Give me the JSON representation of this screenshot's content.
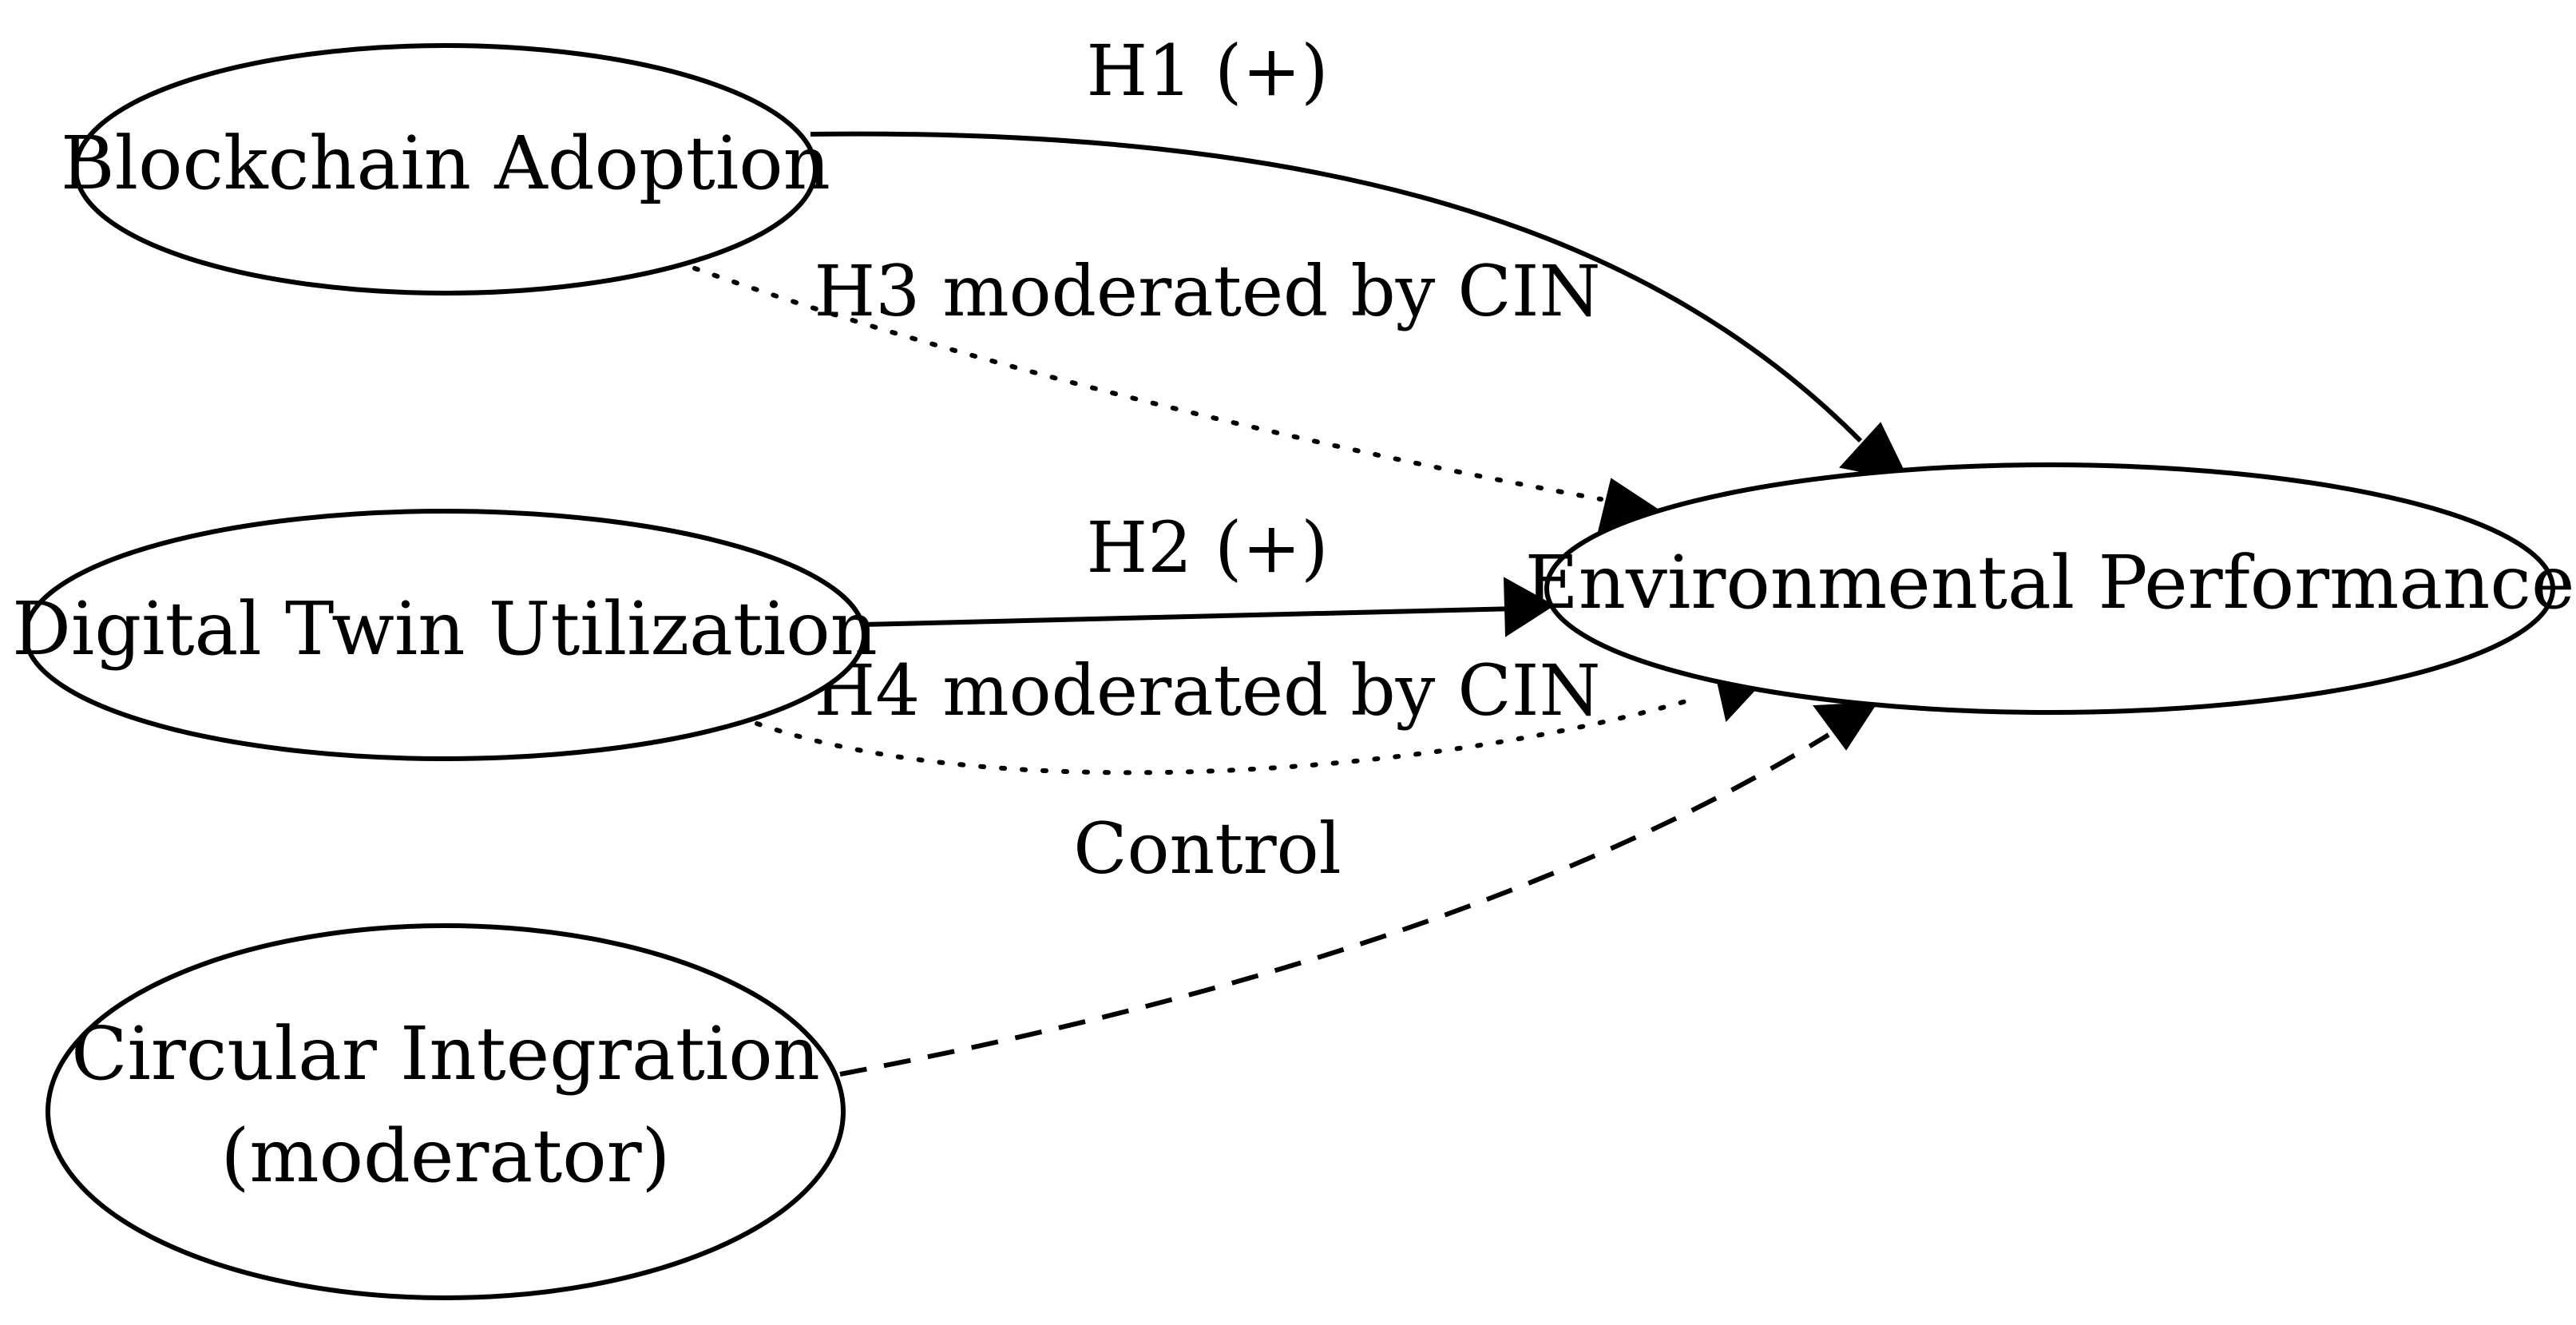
{
  "nodes": {
    "blockchain": {
      "label": "Blockchain Adoption"
    },
    "digital_twin": {
      "label": "Digital Twin Utilization"
    },
    "circular": {
      "label_line1": "Circular Integration",
      "label_line2": "(moderator)"
    },
    "environmental": {
      "label": "Environmental Performance"
    }
  },
  "edges": {
    "h1": {
      "label": "H1 (+)",
      "style": "solid"
    },
    "h3": {
      "label": "H3 moderated by CIN",
      "style": "dotted"
    },
    "h2": {
      "label": "H2 (+)",
      "style": "solid"
    },
    "h4": {
      "label": "H4 moderated by CIN",
      "style": "dotted"
    },
    "control": {
      "label": "Control",
      "style": "dashed"
    }
  },
  "colors": {
    "stroke": "#000000",
    "background": "#ffffff"
  }
}
